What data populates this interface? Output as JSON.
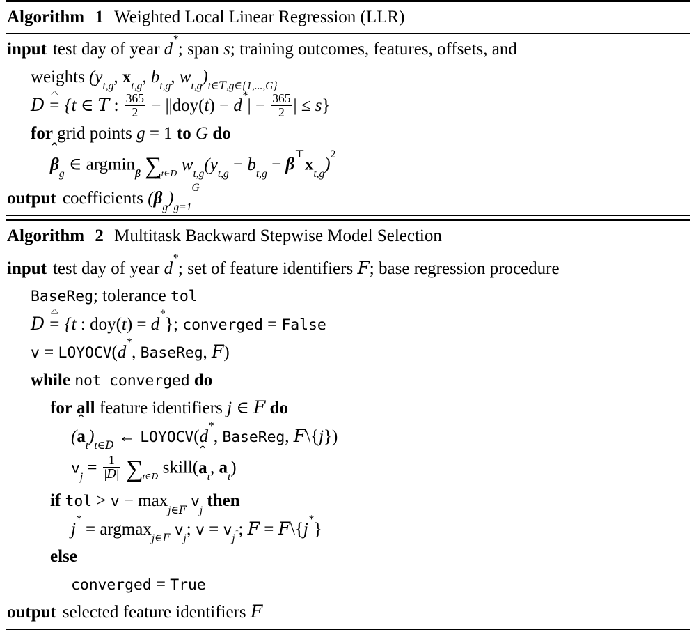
{
  "document": {
    "type": "algorithm-environment-figure",
    "background_color": "#ffffff",
    "text_color": "#000000"
  },
  "algorithms": [
    {
      "id": "algorithm-1",
      "number": "1",
      "label": "Algorithm",
      "title": "Weighted Local Linear Regression (LLR)",
      "lines": [
        {
          "id": "alg1-input-1",
          "indent": 0,
          "keyword": "input",
          "text": "test day of year d*; span s; training outcomes, features, offsets, and"
        },
        {
          "id": "alg1-input-2",
          "indent": 1,
          "keyword": "",
          "text": "weights (y_{t,g}, x_{t,g}, b_{t,g}, w_{t,g})_{t in T, g in {1,...,G}}"
        },
        {
          "id": "alg1-def-D",
          "indent": 1,
          "keyword": "",
          "text": "D := {t in T : 365/2 - ||doy(t) - d*| - 365/2| <= s}"
        },
        {
          "id": "alg1-for",
          "indent": 1,
          "keyword": "for ... to ... do",
          "text": "for grid points g = 1 to G do"
        },
        {
          "id": "alg1-argmin",
          "indent": 2,
          "keyword": "",
          "text": "beta-hat_g in argmin_beta sum_{t in D} w_{t,g}(y_{t,g} - b_{t,g} - beta^T x_{t,g})^2"
        },
        {
          "id": "alg1-output",
          "indent": 0,
          "keyword": "output",
          "text": "coefficients (beta-hat_g)_{g=1}^{G}"
        }
      ]
    },
    {
      "id": "algorithm-2",
      "number": "2",
      "label": "Algorithm",
      "title": "Multitask Backward Stepwise Model Selection",
      "lines": [
        {
          "id": "alg2-input-1",
          "indent": 0,
          "keyword": "input",
          "text": "test day of year d*; set of feature identifiers F; base regression procedure"
        },
        {
          "id": "alg2-input-2",
          "indent": 1,
          "keyword": "",
          "text": "BaseReg; tolerance tol"
        },
        {
          "id": "alg2-def-D",
          "indent": 1,
          "keyword": "",
          "text": "D := {t : doy(t) = d*}; converged = False"
        },
        {
          "id": "alg2-v-init",
          "indent": 1,
          "keyword": "",
          "text": "v = LOYOCV(d*, BaseReg, F)"
        },
        {
          "id": "alg2-while",
          "indent": 1,
          "keyword": "while ... do",
          "text": "while not converged do"
        },
        {
          "id": "alg2-forall",
          "indent": 2,
          "keyword": "for all ... do",
          "text": "for all feature identifiers j in F do"
        },
        {
          "id": "alg2-a-hat",
          "indent": 3,
          "keyword": "",
          "text": "(a-hat_t)_{t in D} <- LOYOCV(d*, BaseReg, F\\{j})"
        },
        {
          "id": "alg2-vj",
          "indent": 3,
          "keyword": "",
          "text": "v_j = 1/|D| sum_{t in D} skill(a-hat_t, a_t)"
        },
        {
          "id": "alg2-if",
          "indent": 2,
          "keyword": "if ... then",
          "text": "if tol > v - max_{j in F} v_j then"
        },
        {
          "id": "alg2-jstar",
          "indent": 3,
          "keyword": "",
          "text": "j* = argmax_{j in F} v_j; v = v_{j*}; F = F\\{j*}"
        },
        {
          "id": "alg2-else",
          "indent": 2,
          "keyword": "else",
          "text": "else"
        },
        {
          "id": "alg2-converged",
          "indent": 3,
          "keyword": "",
          "text": "converged = True"
        },
        {
          "id": "alg2-output",
          "indent": 0,
          "keyword": "output",
          "text": "selected feature identifiers F"
        }
      ]
    }
  ],
  "tokens": {
    "alg_label": "Algorithm",
    "alg1_number": "1",
    "alg1_title": "Weighted Local Linear Regression (LLR)",
    "alg2_number": "2",
    "alg2_title": "Multitask Backward Stepwise Model Selection",
    "kw_input": "input",
    "kw_output": "output",
    "kw_for": "for",
    "kw_for_all_for": "for",
    "kw_for_all_all": "all",
    "kw_to": "to",
    "kw_do": "do",
    "kw_while": "while",
    "kw_if": "if",
    "kw_then": "then",
    "kw_else": "else",
    "mono_not": "not",
    "mono_converged": "converged",
    "mono_basereg": "BaseReg",
    "mono_tol": "tol",
    "mono_false": "False",
    "mono_true": "True",
    "mono_loyocv": "LOYOCV",
    "mono_v": "v",
    "t1_test_day": "test day of year",
    "t1_span": "span",
    "t1_training": "training outcomes, features, offsets, and",
    "t1_weights": "weights",
    "t1_grid_points": "grid points",
    "t1_coefficients": "coefficients",
    "t2_set_of": "; set of feature identifiers",
    "t2_base_reg_proc": "; base regression procedure",
    "t2_tolerance": "; tolerance",
    "t2_feature_ids": "feature identifiers",
    "t2_selected": "selected feature identifiers",
    "op_argmin": "argmin",
    "op_argmax": "argmax",
    "op_max": "max",
    "op_skill": "skill",
    "op_doy": "doy",
    "num_365": "365",
    "num_2": "2",
    "num_1": "1",
    "num_G": "G"
  }
}
